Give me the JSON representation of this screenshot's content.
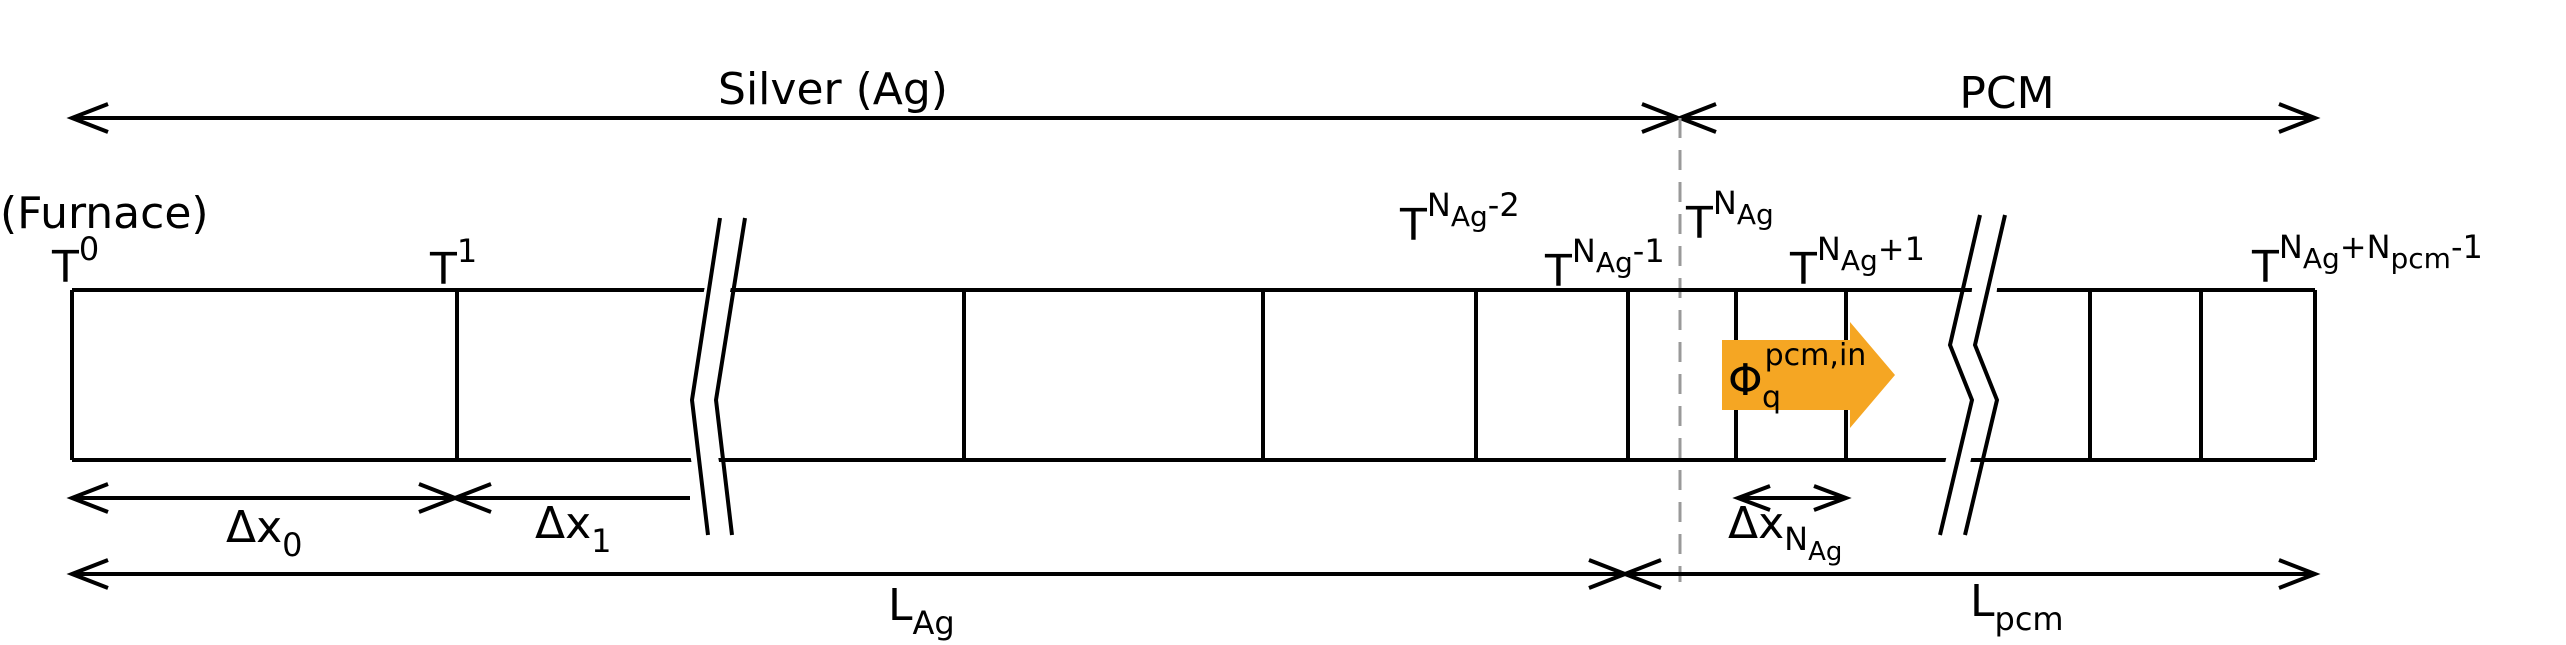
{
  "regions": {
    "silver": "Silver (Ag)",
    "pcm": "PCM"
  },
  "furnace": "(Furnace)",
  "nodes": {
    "t0": {
      "base": "T",
      "sup": "0"
    },
    "t1": {
      "base": "T",
      "sup": "1"
    },
    "t_nag_minus2": {
      "base": "T",
      "sup": "N",
      "subsup": "Ag",
      "sup_tail": "-2"
    },
    "t_nag": {
      "base": "T",
      "sup": "N",
      "subsup": "Ag"
    },
    "t_nag_minus1": {
      "base": "T",
      "sup": "N",
      "subsup": "Ag",
      "sup_tail": "-1"
    },
    "t_nag_plus1": {
      "base": "T",
      "sup": "N",
      "subsup": "Ag",
      "sup_tail": "+1"
    },
    "t_last": {
      "base": "T",
      "sup": "N",
      "subsup": "Ag",
      "sup_mid": "+N",
      "subsup2": "pcm",
      "sup_tail": "-1"
    }
  },
  "spacings": {
    "dx0": {
      "base": "Δx",
      "sub": "0"
    },
    "dx1": {
      "base": "Δx",
      "sub": "1"
    },
    "dxnag": {
      "base": "Δx",
      "sub": "N",
      "subsub": "Ag"
    }
  },
  "lengths": {
    "lag": {
      "base": "L",
      "sub": "Ag"
    },
    "lpcm": {
      "base": "L",
      "sub": "pcm"
    }
  },
  "flux": {
    "base": "Φ",
    "sub": "q",
    "sup": "pcm,in"
  },
  "colors": {
    "line": "#000000",
    "dashed": "#999999",
    "flux_arrow": "#f5a623"
  }
}
